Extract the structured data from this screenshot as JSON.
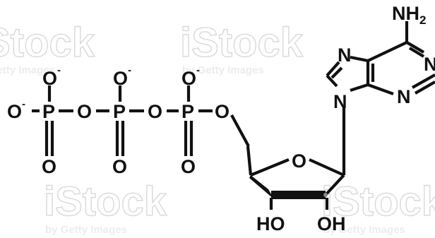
{
  "watermark": {
    "brand": "iStock",
    "tagline": "by Getty Images"
  },
  "colors": {
    "structure": "#111111",
    "background": "#ffffff",
    "watermark": "#d9d9d9"
  },
  "phosphate": {
    "phosphorus": "P",
    "oxygen": "O",
    "oxygen_anion": "O",
    "charge": "-"
  },
  "ribose": {
    "ring_oxygen": "O",
    "hydroxyl_3": "HO",
    "hydroxyl_2": "OH"
  },
  "adenine": {
    "amino_N": "NH",
    "amino_sub": "2",
    "nitrogen": "N"
  }
}
